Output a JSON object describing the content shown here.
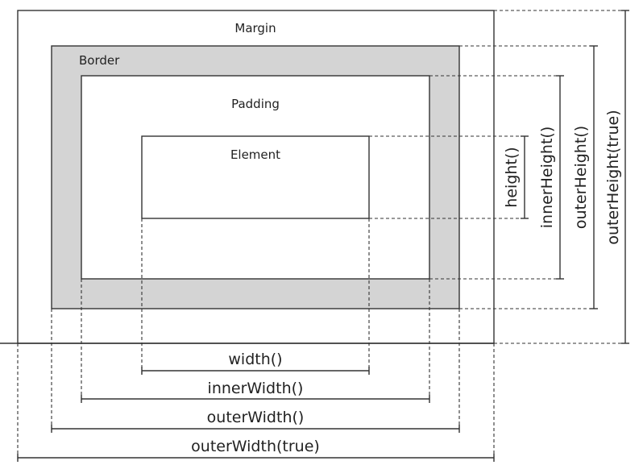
{
  "boxes": {
    "margin": "Margin",
    "border": "Border",
    "padding": "Padding",
    "element": "Element"
  },
  "dimensions": {
    "height": "height()",
    "inner_height": "innerHeight()",
    "outer_height": "outerHeight()",
    "outer_height_true": "outerHeight(true)",
    "width": "width()",
    "inner_width": "innerWidth()",
    "outer_width": "outerWidth()",
    "outer_width_true": "outerWidth(true)"
  },
  "colors": {
    "border_fill": "#d4d4d4",
    "line": "#333333",
    "background": "#ffffff"
  }
}
